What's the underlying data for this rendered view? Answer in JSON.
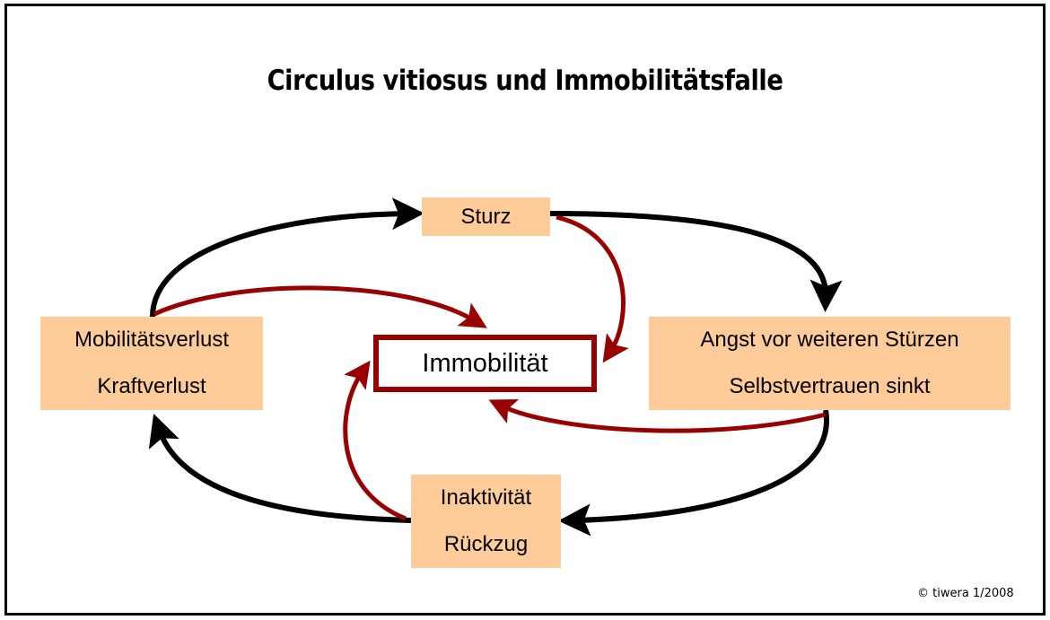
{
  "title": "Circulus vitiosus und Immobilitätsfalle",
  "nodes": {
    "sturz": "Sturz",
    "angst": [
      "Angst vor weiteren Stürzen",
      "Selbstvertrauen sinkt"
    ],
    "inaktivitaet": [
      "Inaktivität",
      "Rückzug"
    ],
    "mobilitaet": [
      "Mobilitätsverlust",
      "Kraftverlust"
    ],
    "center": "Immobilität"
  },
  "copyright": "© tiwera 1/2008",
  "colors": {
    "box": "#FFCC99",
    "accent": "#990000",
    "cycle": "#000000"
  }
}
